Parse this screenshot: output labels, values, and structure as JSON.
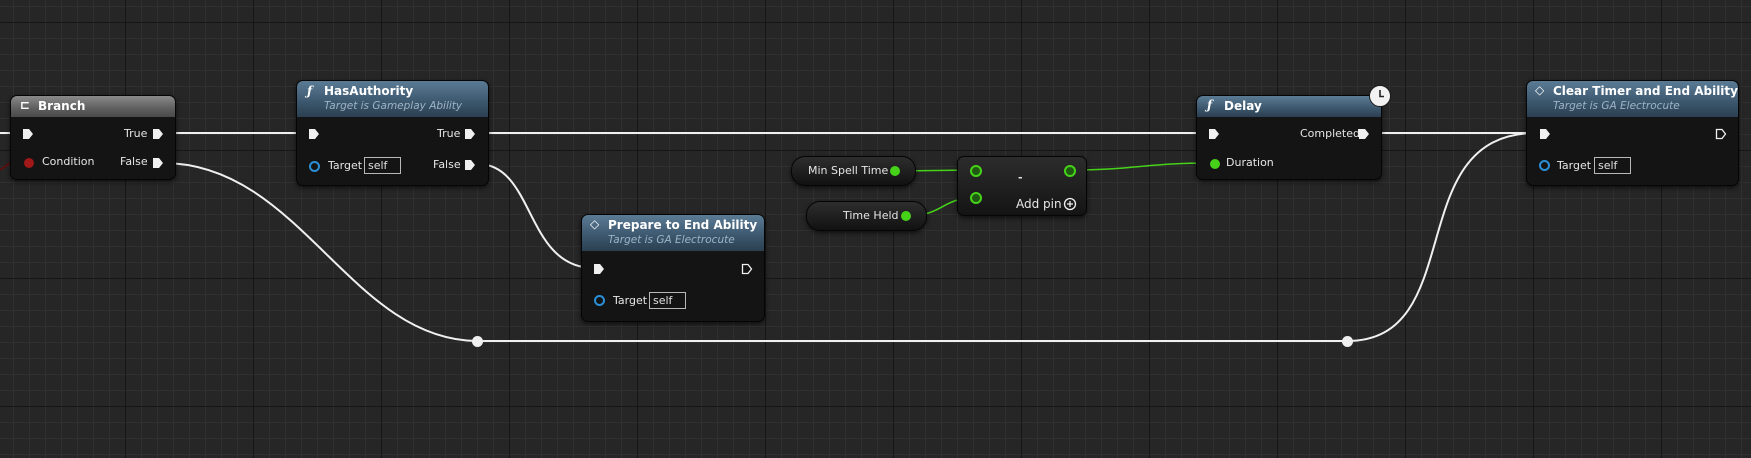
{
  "canvas": {
    "title": "Blueprint Event Graph"
  },
  "nodes": {
    "branch": {
      "title": "Branch",
      "condition": "Condition",
      "true": "True",
      "false": "False",
      "icon": "branch-icon"
    },
    "has_authority": {
      "title": "HasAuthority",
      "subtitle": "Target is Gameplay Ability",
      "target": "Target",
      "target_value": "self",
      "true": "True",
      "false": "False",
      "icon": "function-icon"
    },
    "prepare_end": {
      "title": "Prepare to End Ability",
      "subtitle": "Target is GA Electrocute",
      "target": "Target",
      "target_value": "self",
      "icon": "event-diamond-icon"
    },
    "min_spell_time": {
      "label": "Min Spell Time"
    },
    "time_held": {
      "label": "Time Held"
    },
    "subtract": {
      "symbol": "-",
      "add_pin": "Add pin",
      "add_icon": "plus-circle-icon"
    },
    "delay": {
      "title": "Delay",
      "completed": "Completed",
      "duration": "Duration",
      "icon": "clock-icon"
    },
    "clear_timer": {
      "title": "Clear Timer and End Ability",
      "subtitle": "Target is GA Electrocute",
      "target": "Target",
      "target_value": "self",
      "icon": "event-diamond-icon"
    }
  },
  "colors": {
    "exec_wire": "#f2f2f2",
    "float_pin": "#47d21a",
    "object_pin": "#2a8fd6",
    "bool_pin": "#9c1a1a",
    "function_header": "#3b566c"
  }
}
